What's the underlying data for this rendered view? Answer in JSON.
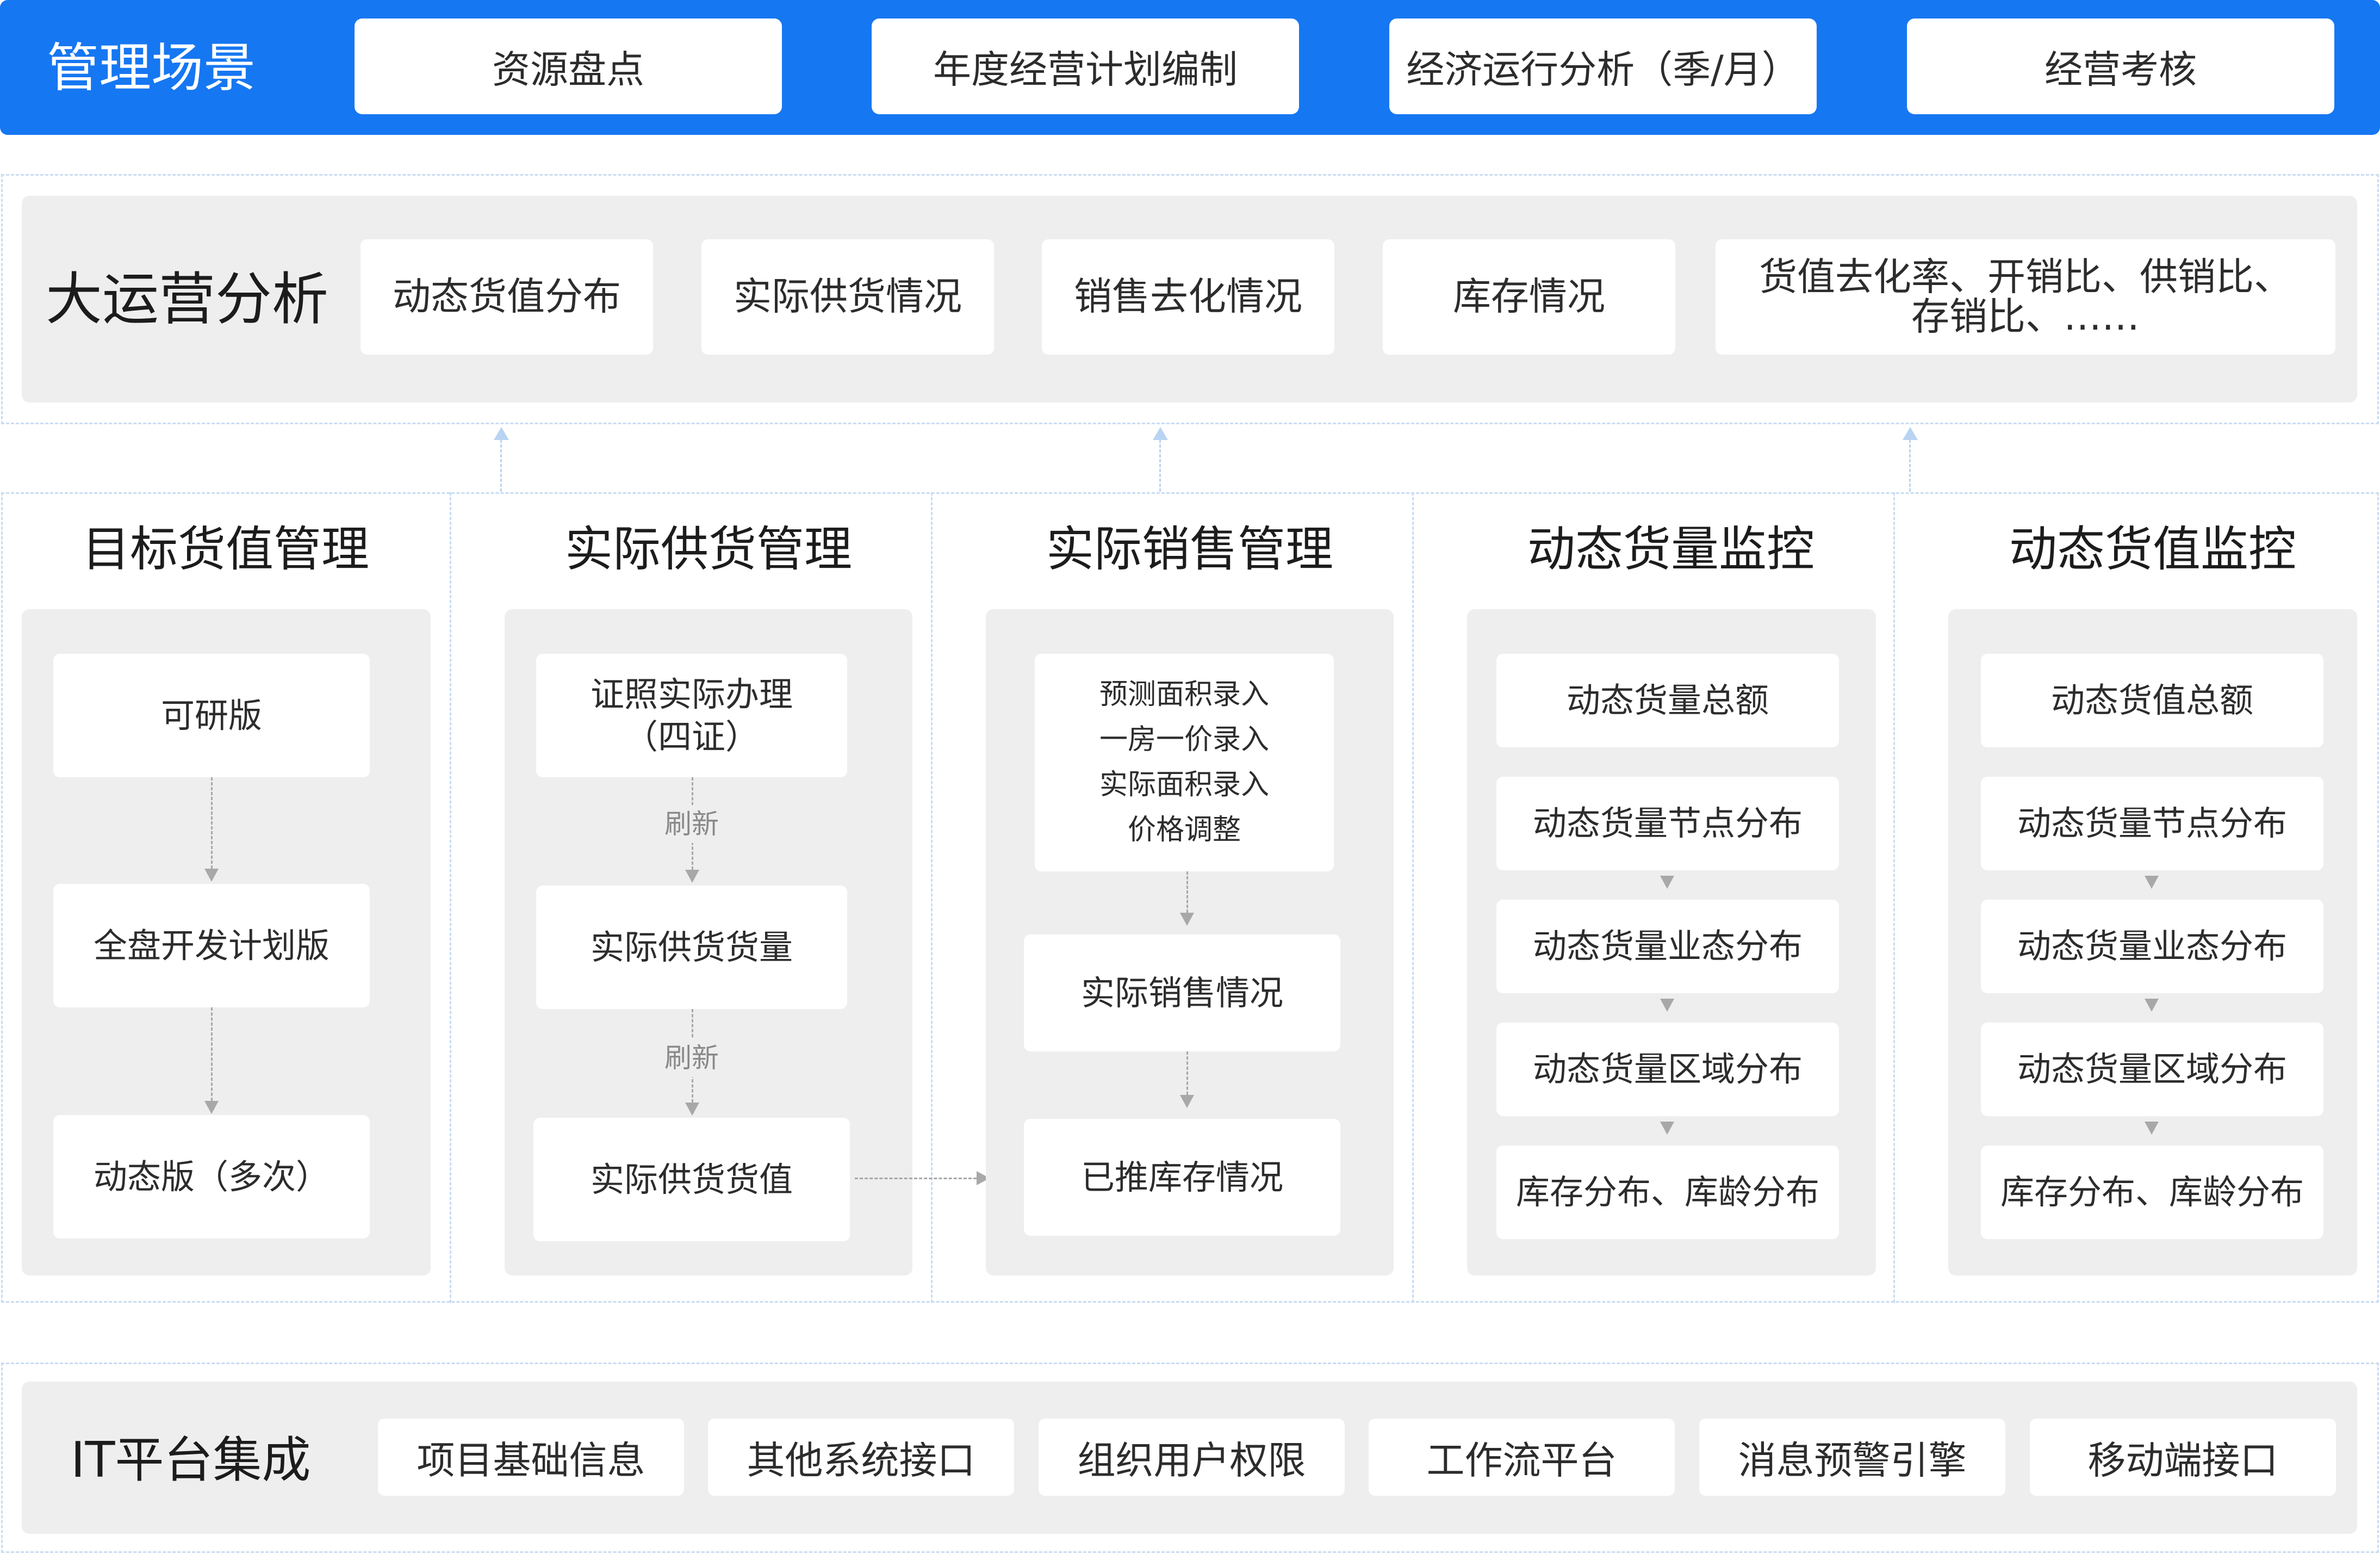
{
  "management": {
    "title": "管理场景",
    "items": [
      "资源盘点",
      "年度经营计划编制",
      "经济运行分析（季/月）",
      "经营考核"
    ]
  },
  "operations": {
    "title": "大运营分析",
    "items": [
      "动态货值分布",
      "实际供货情况",
      "销售去化情况",
      "库存情况"
    ],
    "last_item_line1": "货值去化率、开销比、供销比、",
    "last_item_line2": "存销比、……"
  },
  "columns": [
    {
      "title": "目标货值管理",
      "cards": [
        "可研版",
        "全盘开发计划版",
        "动态版（多次）"
      ]
    },
    {
      "title": "实际供货管理",
      "card1_line1": "证照实际办理",
      "card1_line2": "（四证）",
      "refresh_label": "刷新",
      "cards": [
        "实际供货货量",
        "实际供货货值"
      ]
    },
    {
      "title": "实际销售管理",
      "card1_lines": [
        "预测面积录入",
        "一房一价录入",
        "实际面积录入",
        "价格调整"
      ],
      "cards": [
        "实际销售情况",
        "已推库存情况"
      ]
    },
    {
      "title": "动态货量监控",
      "cards": [
        "动态货量总额",
        "动态货量节点分布",
        "动态货量业态分布",
        "动态货量区域分布",
        "库存分布、库龄分布"
      ]
    },
    {
      "title": "动态货值监控",
      "cards": [
        "动态货值总额",
        "动态货量节点分布",
        "动态货量业态分布",
        "动态货量区域分布",
        "库存分布、库龄分布"
      ]
    }
  ],
  "it_platform": {
    "title": "IT平台集成",
    "items": [
      "项目基础信息",
      "其他系统接口",
      "组织用户权限",
      "工作流平台",
      "消息预警引擎",
      "移动端接口"
    ]
  },
  "colors": {
    "brand_blue": "#1677f2",
    "panel_gray": "#eeeeee",
    "dashed_blue": "#c8dcf3",
    "arrow_gray": "#a8a8a8"
  }
}
